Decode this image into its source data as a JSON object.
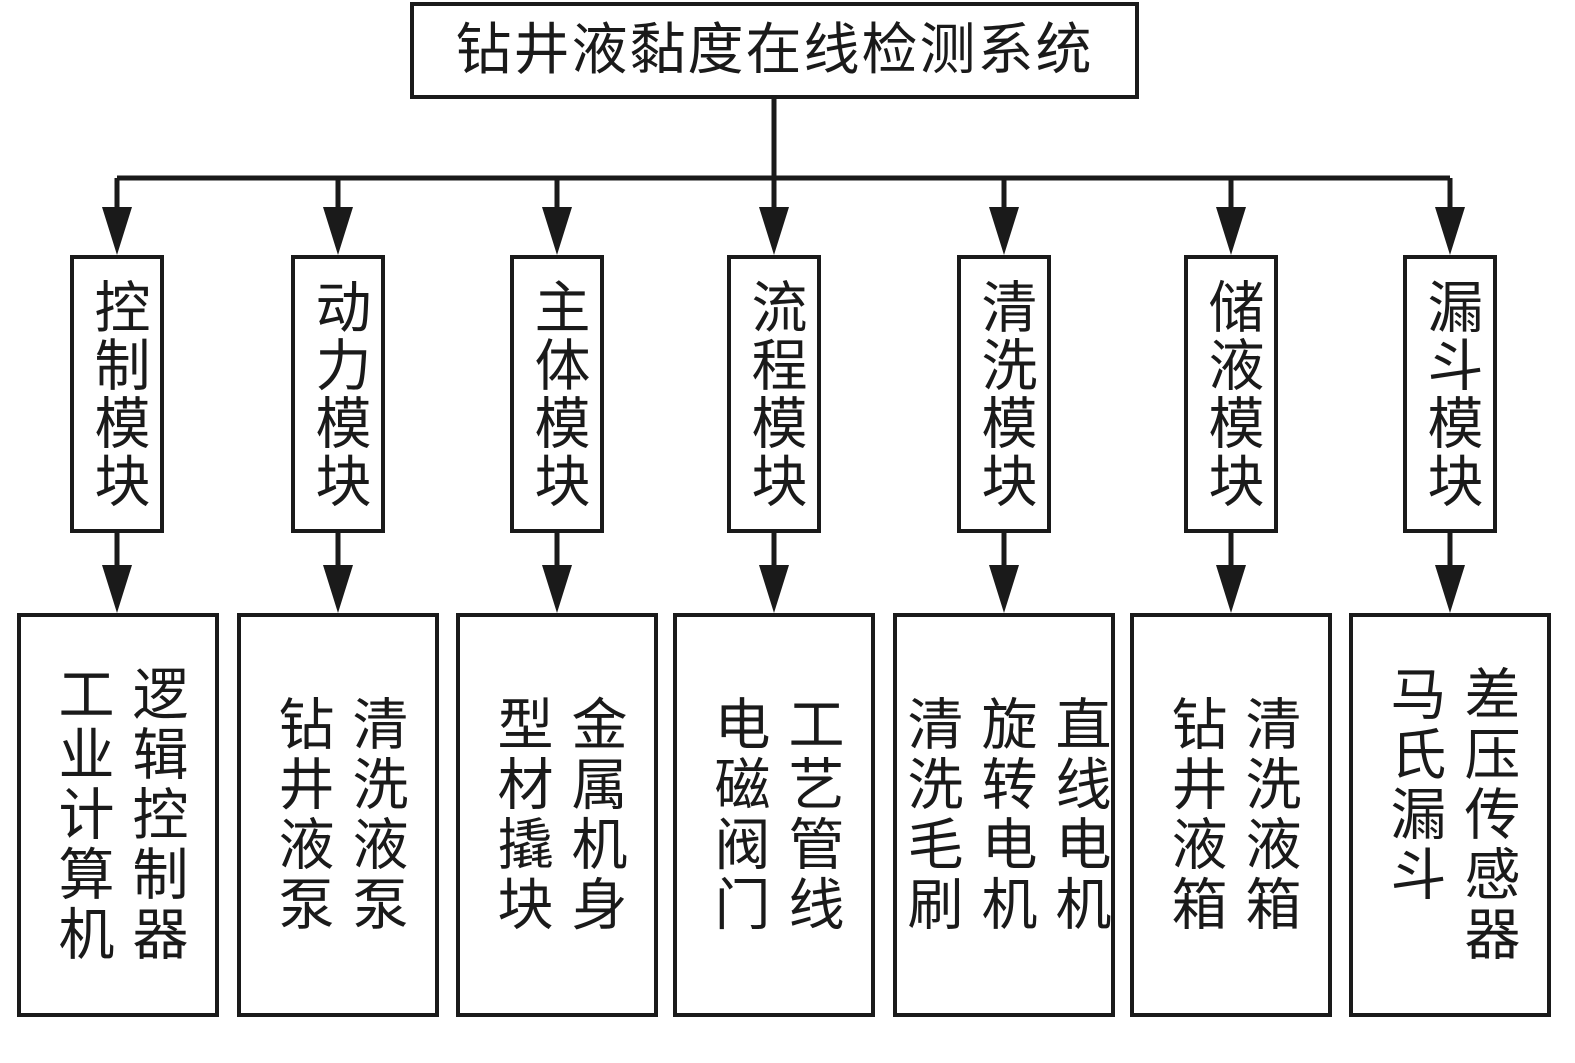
{
  "title": "钻井液黏度在线检测系统",
  "modules": [
    {
      "name": "控制模块",
      "components": [
        "逻辑控制器",
        "工业计算机"
      ]
    },
    {
      "name": "动力模块",
      "components": [
        "清洗液泵",
        "钻井液泵"
      ]
    },
    {
      "name": "主体模块",
      "components": [
        "金属机身",
        "型材撬块"
      ]
    },
    {
      "name": "流程模块",
      "components": [
        "工艺管线",
        "电磁阀门"
      ]
    },
    {
      "name": "清洗模块",
      "components": [
        "直线电机",
        "旋转电机",
        "清洗毛刷"
      ]
    },
    {
      "name": "储液模块",
      "components": [
        "清洗液箱",
        "钻井液箱"
      ]
    },
    {
      "name": "漏斗模块",
      "components": [
        "差压传感器",
        "马氏漏斗"
      ]
    }
  ]
}
